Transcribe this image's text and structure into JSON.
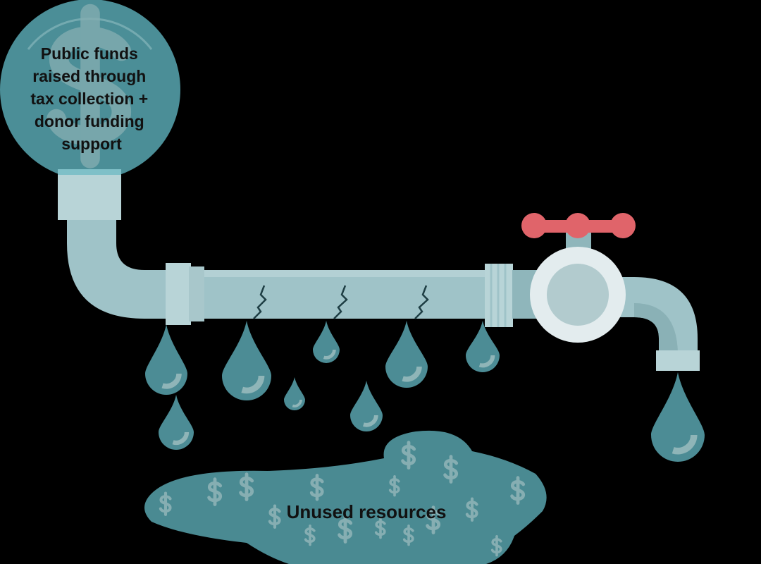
{
  "source_label": {
    "lines": [
      "Public funds",
      "raised through",
      "tax collection +",
      "donor funding",
      "support"
    ]
  },
  "puddle_label": "Unused resources",
  "icons": {
    "coin": "dollar-sign",
    "puddle_symbols": "dollar-sign"
  },
  "dollar_symbol": "$",
  "colors": {
    "background": "#000000",
    "coin": "#4b8e97",
    "pipe": "#9fc3c8",
    "fitting": "#b8d4d7",
    "tap_ring": "#e3ecee",
    "tap_center": "#b2cbce",
    "handle": "#e0646a",
    "drop": "#4c8c95",
    "puddle": "#4a8a92"
  }
}
